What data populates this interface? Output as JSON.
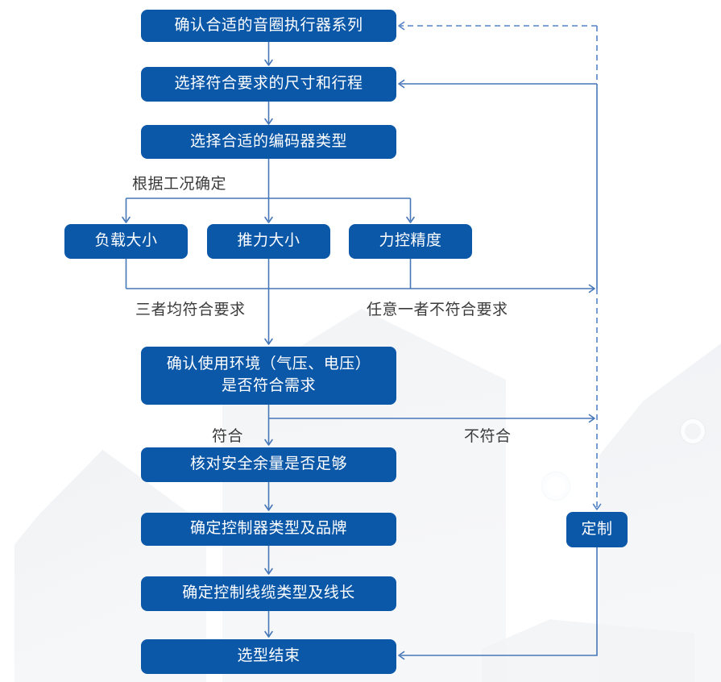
{
  "theme": {
    "node_fill": "#0b57a8",
    "node_text": "#ffffff",
    "line_color": "#4677b8",
    "dashed_line_color": "#5584c6",
    "label_color": "#3b3b3b",
    "page_bg": "#ffffff"
  },
  "flow": {
    "nodes": {
      "confirm_series": {
        "label": "确认合适的音圈执行器系列"
      },
      "select_size_stroke": {
        "label": "选择符合要求的尺寸和行程"
      },
      "select_encoder": {
        "label": "选择合适的编码器类型"
      },
      "load_size": {
        "label": "负载大小"
      },
      "thrust_size": {
        "label": "推力大小"
      },
      "force_precision": {
        "label": "力控精度"
      },
      "confirm_environment": {
        "label": "确认使用环境（气压、电压）\n是否符合需求"
      },
      "check_safety_margin": {
        "label": "核对安全余量是否足够"
      },
      "controller_type_brand": {
        "label": "确定控制器类型及品牌"
      },
      "cable_type_length": {
        "label": "确定控制线缆类型及线长"
      },
      "selection_end": {
        "label": "选型结束"
      },
      "custom": {
        "label": "定制"
      }
    },
    "edge_labels": {
      "determine_by_condition": "根据工况确定",
      "all_three_meet": "三者均符合要求",
      "any_one_fails": "任意一者不符合要求",
      "meets": "符合",
      "not_meets": "不符合"
    }
  }
}
